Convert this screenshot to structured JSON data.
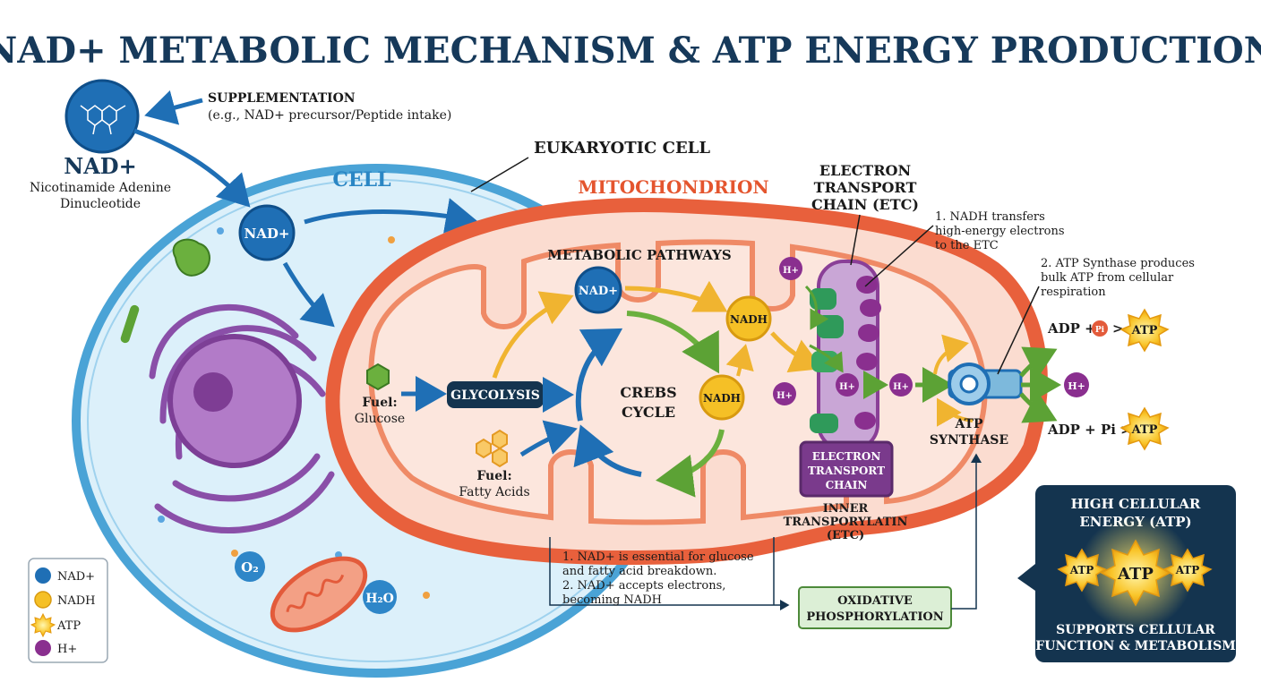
{
  "title": "NAD+ METABOLIC MECHANISM & ATP ENERGY PRODUCTION",
  "supplementation": {
    "line1": "SUPPLEMENTATION",
    "line2": "(e.g., NAD+ precursor/Peptide intake)"
  },
  "nad_molecule": {
    "name": "NAD+",
    "full_line1": "Nicotinamide Adenine",
    "full_line2": "Dinucleotide"
  },
  "labels": {
    "eukaryotic_cell": "EUKARYOTIC CELL",
    "cell": "CELL",
    "mitochondrion": "MITOCHONDRION",
    "metabolic_pathways": "METABOLIC PATHWAYS",
    "etc_top_line1": "ELECTRON",
    "etc_top_line2": "TRANSPORT",
    "etc_top_line3": "CHAIN (ETC)",
    "nad_plus": "NAD+",
    "nadh": "NADH",
    "glycolysis": "GLYCOLYSIS",
    "krebs_line1": "CREBS",
    "krebs_line2": "CYCLE",
    "fuel_glucose_line1": "Fuel:",
    "fuel_glucose_line2": "Glucose",
    "fuel_fatty_line1": "Fuel:",
    "fuel_fatty_line2": "Fatty Acids",
    "etc_box_line1": "ELECTRON",
    "etc_box_line2": "TRANSPORT",
    "etc_box_line3": "CHAIN",
    "inner_line1": "INNER",
    "inner_line2": "TRANSPORYLATIN",
    "inner_line3": "(ETC)",
    "atp_synthase_line1": "ATP",
    "atp_synthase_line2": "SYNTHASE",
    "h_plus": "H+",
    "o2": "O₂",
    "h2o": "H₂O",
    "oxphos_line1": "OXIDATIVE",
    "oxphos_line2": "PHOSPHORYLATION"
  },
  "notes": {
    "nadh_transfer_line1": "1. NADH transfers",
    "nadh_transfer_line2": "high-energy electrons",
    "nadh_transfer_line3": "to the ETC",
    "atp_synthase_line1": "2. ATP Synthase produces",
    "atp_synthase_line2": "bulk ATP from cellular",
    "atp_synthase_line3": "respiration",
    "essential_line1": "1. NAD+ is essential for glucose",
    "essential_line2": "and fatty acid breakdown.",
    "essential_line3": "2. NAD+ accepts electrons,",
    "essential_line4": "becoming NADH"
  },
  "outputs": {
    "row1_prefix": "ADP +",
    "row1_pi": "Pi",
    "row1_gt": ">",
    "row1_atp": "ATP",
    "row2_prefix": "ADP + Pi >",
    "row2_atp": "ATP",
    "h_plus": "H+"
  },
  "energy_box": {
    "title_line1": "HIGH CELLULAR",
    "title_line2": "ENERGY (ATP)",
    "atp_small": "ATP",
    "atp_big": "ATP",
    "footer_line1": "SUPPORTS CELLULAR",
    "footer_line2": "FUNCTION & METABOLISM"
  },
  "legend": [
    {
      "label": "NAD+",
      "color": "#1f6fb5"
    },
    {
      "label": "NADH",
      "color": "#f5c026"
    },
    {
      "label": "ATP",
      "color": "#f7b723"
    },
    {
      "label": "H+",
      "color": "#8a2f8f"
    }
  ],
  "colors": {
    "title": "#16395a",
    "cell_membrane": "#4aa3d6",
    "cell_fill": "#dcf0fa",
    "mito_outer": "#e8603c",
    "mito_fill": "#fbdcd0",
    "arrow_blue": "#1f6fb5",
    "arrow_yellow": "#f0b430",
    "arrow_green": "#6bb03e",
    "nucleus": "#8a4fa8",
    "etc_purple": "#8a3f97",
    "dark_navy": "#14344f"
  }
}
